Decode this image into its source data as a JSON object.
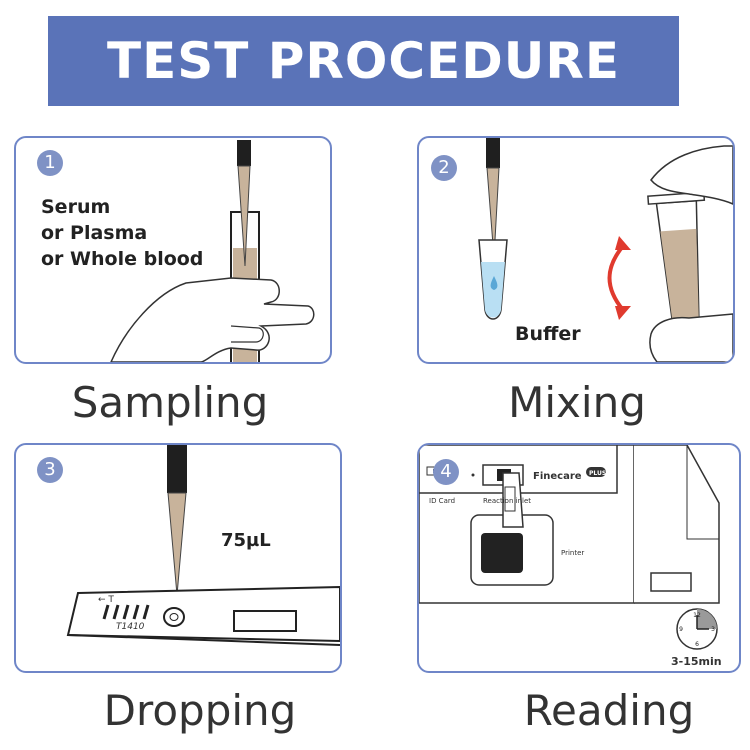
{
  "title": "TEST PROCEDURE",
  "steps": [
    {
      "number": "1",
      "caption": "Sampling",
      "labels": [
        "Serum",
        "or Plasma",
        "or Whole blood"
      ]
    },
    {
      "number": "2",
      "caption": "Mixing",
      "label": "Buffer"
    },
    {
      "number": "3",
      "caption": "Dropping",
      "volume": "75µL",
      "strip_text": "T1410",
      "strip_arrow": "← T"
    },
    {
      "number": "4",
      "caption": "Reading",
      "id_card": "ID Card",
      "reaction_inlet": "Reaction inlet",
      "brand": "Finecare",
      "brand_badge": "PLUS",
      "printer": "Printer",
      "time": "3-15min",
      "clock_numbers": [
        "12",
        "3",
        "6",
        "9"
      ]
    }
  ],
  "colors": {
    "header": "#5a73b8",
    "panel_border": "#6f86c8",
    "badge": "#7f92c5",
    "sample": "#c8b39b",
    "buffer": "#b9dff3",
    "arrow": "#e03a2e"
  }
}
